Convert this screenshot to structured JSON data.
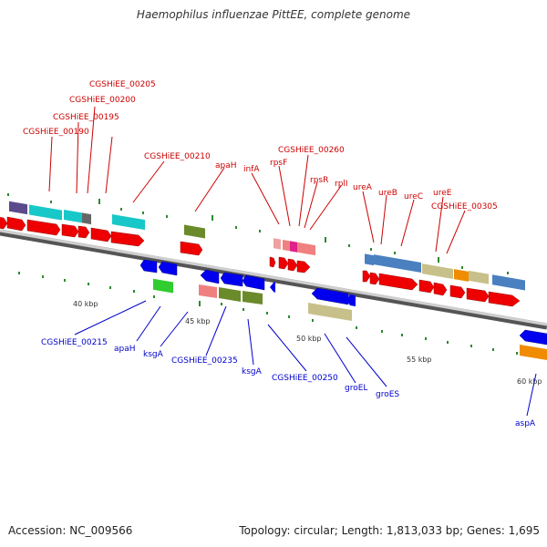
{
  "title": "Haemophilus influenzae PittEE, complete genome",
  "footer": {
    "accession": "Accession: NC_009566",
    "summary": "Topology: circular; Length: 1,813,033 bp; Genes: 1,695"
  },
  "colors": {
    "top_label": "#cc0000",
    "bottom_label": "#0000cc",
    "cds_fwd": "#ff0000",
    "cds_rev": "#0000ff",
    "backbone": "#888888"
  },
  "scale_labels": [
    "40 kbp",
    "45 kbp",
    "50 kbp",
    "55 kbp",
    "60 kbp"
  ],
  "top_genes": [
    "CGSHiEE_00205",
    "CGSHiEE_00200",
    "CGSHiEE_00195",
    "CGSHiEE_00190",
    "CGSHiEE_00210",
    "apaH",
    "infA",
    "rpsF",
    "CGSHiEE_00260",
    "rpsR",
    "rplI",
    "ureA",
    "ureB",
    "ureC",
    "ureE",
    "CGSHiEE_00305"
  ],
  "bottom_genes": [
    "CGSHiEE_00215",
    "apaH",
    "ksgA",
    "CGSHiEE_00235",
    "ksgA",
    "CGSHiEE_00250",
    "groEL",
    "groES",
    "aspA"
  ]
}
